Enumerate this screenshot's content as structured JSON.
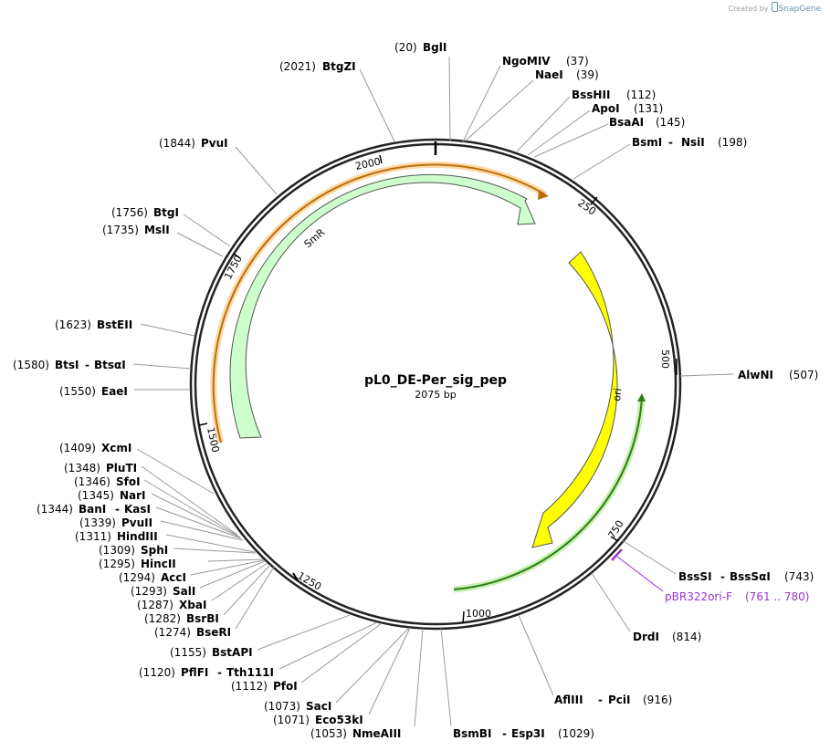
{
  "credit": {
    "prefix": "Created by",
    "brand": "SnapGene"
  },
  "plasmid": {
    "name": "pL0_DE-Per_sig_pep",
    "length_label": "2075 bp"
  },
  "ticks": [
    "250",
    "500",
    "750",
    "1000",
    "1250",
    "1500",
    "1750",
    "2000"
  ],
  "features": [
    {
      "label": "SmR",
      "color": "#ccffcc"
    },
    {
      "label": "ori",
      "color": "#ffff00"
    }
  ],
  "primer": {
    "name": "pBR322ori-F",
    "range": "(761 .. 780)",
    "color": "#9933cc"
  },
  "sites": [
    {
      "name": "BglI",
      "pos": "(20)"
    },
    {
      "name": "NgoMIV",
      "pos": "(37)"
    },
    {
      "name": "NaeI",
      "pos": "(39)"
    },
    {
      "name": "BssHII",
      "pos": "(112)"
    },
    {
      "name": "ApoI",
      "pos": "(131)"
    },
    {
      "name": "BsaAI",
      "pos": "(145)"
    },
    {
      "name": "BsmI",
      "name2": "NsiI",
      "pos": "(198)"
    },
    {
      "name": "AlwNI",
      "pos": "(507)"
    },
    {
      "name": "BssSI",
      "name2": "BssSαI",
      "pos": "(743)"
    },
    {
      "name": "DrdI",
      "pos": "(814)"
    },
    {
      "name": "AflIII",
      "name2": "PciI",
      "pos": "(916)"
    },
    {
      "name": "BsmBI",
      "name2": "Esp3I",
      "pos": "(1029)"
    },
    {
      "name": "NmeAIII",
      "pos": "(1053)"
    },
    {
      "name": "Eco53kI",
      "pos": "(1071)"
    },
    {
      "name": "SacI",
      "pos": "(1073)"
    },
    {
      "name": "PfoI",
      "pos": "(1112)"
    },
    {
      "name": "PflFI",
      "name2": "Tth111I",
      "pos": "(1120)"
    },
    {
      "name": "BstAPI",
      "pos": "(1155)"
    },
    {
      "name": "BseRI",
      "pos": "(1274)"
    },
    {
      "name": "BsrBI",
      "pos": "(1282)"
    },
    {
      "name": "XbaI",
      "pos": "(1287)"
    },
    {
      "name": "SalI",
      "pos": "(1293)"
    },
    {
      "name": "AccI",
      "pos": "(1294)"
    },
    {
      "name": "HincII",
      "pos": "(1295)"
    },
    {
      "name": "SphI",
      "pos": "(1309)"
    },
    {
      "name": "HindIII",
      "pos": "(1311)"
    },
    {
      "name": "PvuII",
      "pos": "(1339)"
    },
    {
      "name": "BanI",
      "name2": "KasI",
      "pos": "(1344)"
    },
    {
      "name": "NarI",
      "pos": "(1345)"
    },
    {
      "name": "SfoI",
      "pos": "(1346)"
    },
    {
      "name": "PluTI",
      "pos": "(1348)"
    },
    {
      "name": "XcmI",
      "pos": "(1409)"
    },
    {
      "name": "EaeI",
      "pos": "(1550)"
    },
    {
      "name": "BtsI",
      "name2": "BtsαI",
      "pos": "(1580)"
    },
    {
      "name": "BstEII",
      "pos": "(1623)"
    },
    {
      "name": "MslI",
      "pos": "(1735)"
    },
    {
      "name": "BtgI",
      "pos": "(1756)"
    },
    {
      "name": "PvuI",
      "pos": "(1844)"
    },
    {
      "name": "BtgZI",
      "pos": "(2021)"
    }
  ]
}
